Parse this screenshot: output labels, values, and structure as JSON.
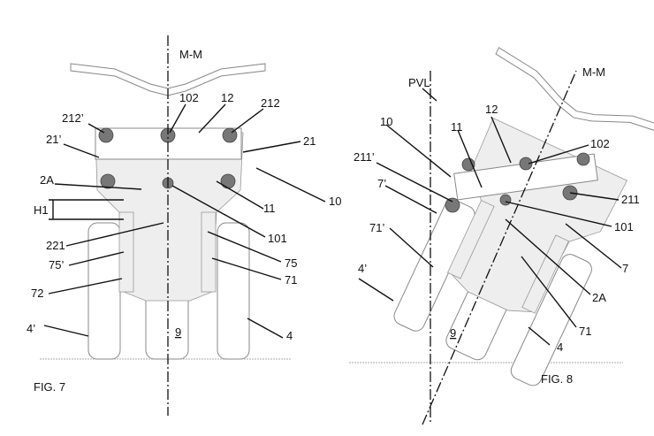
{
  "fig7": {
    "caption": "FIG. 7",
    "labels": {
      "mm": "M-M",
      "l212p": "212’",
      "l102": "102",
      "l12": "12",
      "l212": "212",
      "l21p": "21’",
      "l21": "21",
      "l2A": "2A",
      "l10": "10",
      "H1": "H1",
      "l11": "11",
      "l221": "221",
      "l101": "101",
      "l75p": "75’",
      "l75": "75",
      "l72": "72",
      "l71": "71",
      "l4p": "4’",
      "l9": "9",
      "l4": "4"
    }
  },
  "fig8": {
    "caption": "FIG. 8",
    "labels": {
      "pvl": "PVL",
      "mm": "M-M",
      "l12": "12",
      "l10": "10",
      "l11": "11",
      "l102": "102",
      "l211p": "211’",
      "l7p": "7’",
      "l211": "211",
      "l101": "101",
      "l71p": "71’",
      "l7": "7",
      "l4p": "4’",
      "l2A": "2A",
      "l71": "71",
      "l9": "9",
      "l4": "4"
    }
  }
}
